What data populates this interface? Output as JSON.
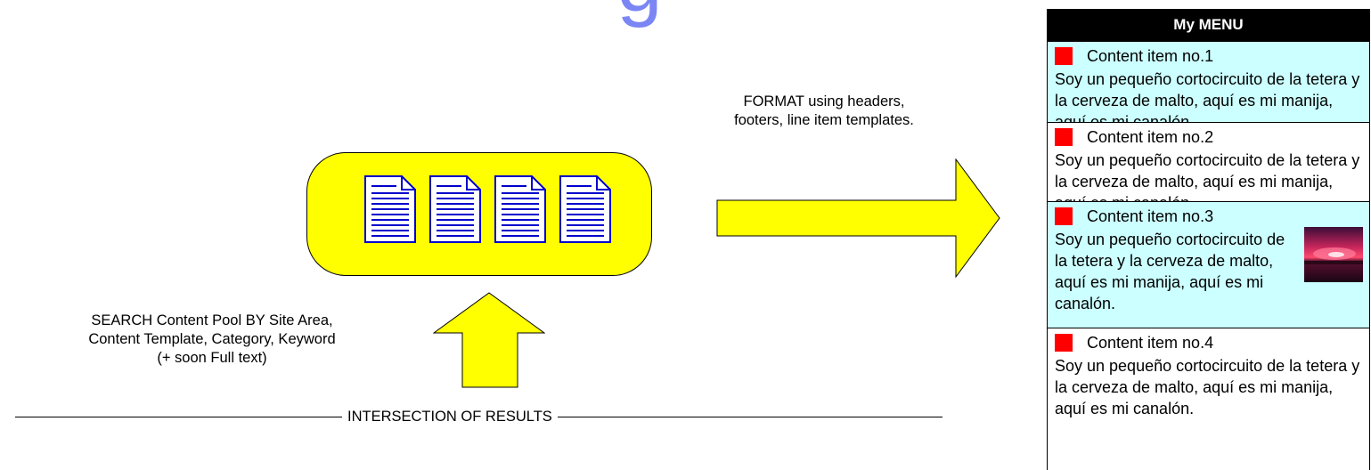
{
  "title_fragment": "g",
  "pool": {
    "document_count": 4
  },
  "format_note": "FORMAT using headers, footers, line item templates.",
  "search_note": "SEARCH Content Pool BY Site Area, Content Template, Category, Keyword (+ soon Full text)",
  "intersection_label": "INTERSECTION OF RESULTS",
  "colors": {
    "title": "#7b86f4",
    "pool_fill": "#ffff00",
    "document_lines": "#0000cc",
    "arrow_fill": "#ffff00",
    "menu_alt_row": "#ccffff",
    "bullet": "#ff0000"
  },
  "menu": {
    "header": "My MENU",
    "items": [
      {
        "title": "Content item no.1",
        "body": "Soy un pequeño cortocircuito de la tetera y la cerveza de malto, aquí es mi manija, aquí es mi canalón."
      },
      {
        "title": "Content item no.2",
        "body": "Soy un pequeño cortocircuito de la tetera y la cerveza de malto, aquí es mi manija, aquí es mi canalón."
      },
      {
        "title": "Content item no.3",
        "body": "Soy un pequeño cortocircuito de la tetera y la cerveza de malto, aquí es mi manija, aquí es mi canalón.",
        "image": "sunset-thumbnail"
      },
      {
        "title": "Content item no.4",
        "body": "Soy un pequeño cortocircuito de la tetera y la cerveza de malto, aquí es mi manija, aquí es mi canalón."
      }
    ]
  }
}
